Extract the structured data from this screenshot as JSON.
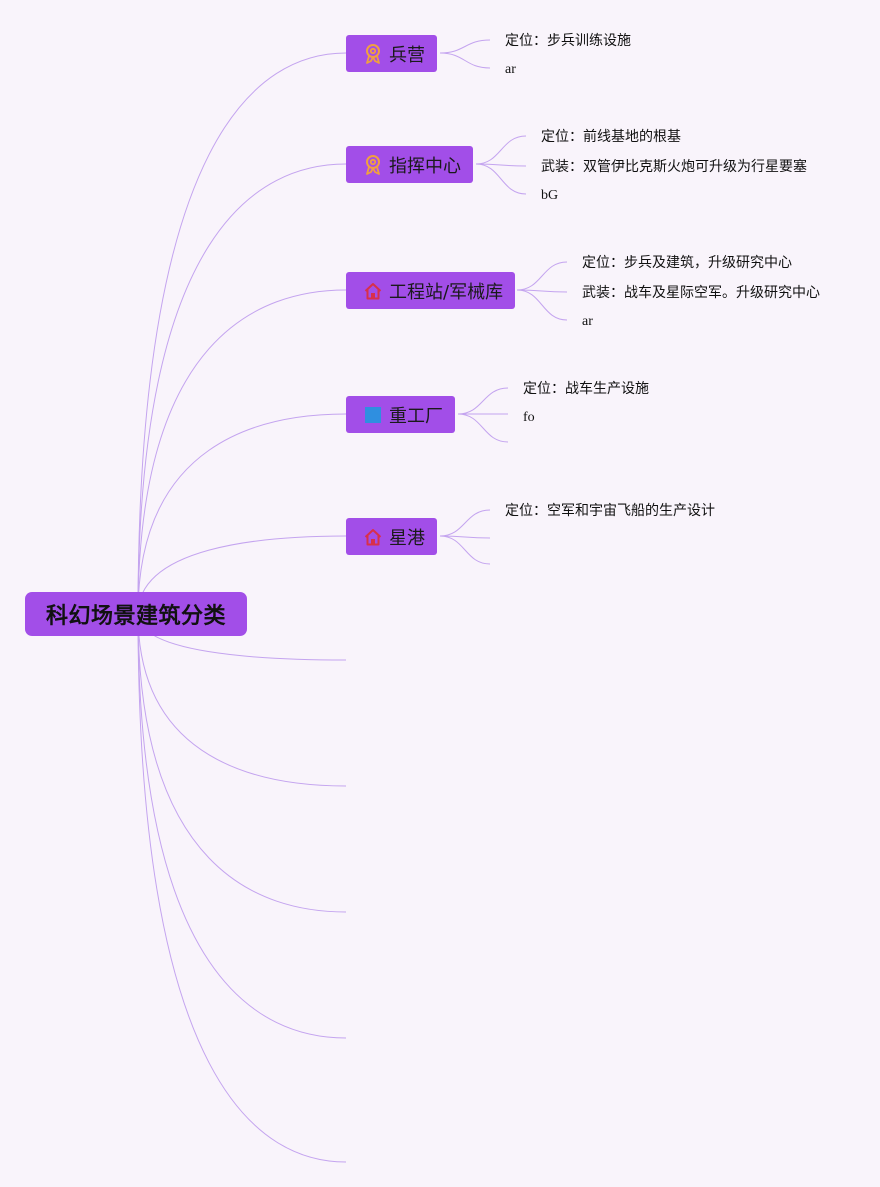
{
  "root": {
    "label": "科幻场景建筑分类"
  },
  "colors": {
    "node_bg": "#a24ee8",
    "line": "#c4a4ef",
    "background": "#f9f4fb",
    "icon_medal": "#f0a040",
    "icon_home": "#d8304a",
    "icon_square": "#2f8fe0"
  },
  "branches": [
    {
      "label": "兵营",
      "icon": "medal-icon",
      "leaves": [
        {
          "text": "定位：步兵训练设施"
        },
        {
          "text": "ar"
        }
      ]
    },
    {
      "label": "指挥中心",
      "icon": "medal-icon",
      "leaves": [
        {
          "text": "定位：前线基地的根基"
        },
        {
          "text": "武装：双管伊比克斯火炮可升级为行星要塞"
        },
        {
          "text": "bG"
        }
      ]
    },
    {
      "label": "工程站/军械库",
      "icon": "home-icon",
      "leaves": [
        {
          "text": "定位：步兵及建筑，升级研究中心"
        },
        {
          "text": "武装：战车及星际空军。升级研究中心"
        },
        {
          "text": "ar"
        }
      ]
    },
    {
      "label": "重工厂",
      "icon": "square-icon",
      "leaves": [
        {
          "text": "定位：战车生产设施"
        },
        {
          "text": "fo"
        },
        {
          "text": ""
        }
      ]
    },
    {
      "label": "星港",
      "icon": "home-icon",
      "leaves": [
        {
          "text": "定位：空军和宇宙飞船的生产设计"
        },
        {
          "text": ""
        },
        {
          "text": ""
        }
      ]
    }
  ],
  "empty_branches": 5
}
